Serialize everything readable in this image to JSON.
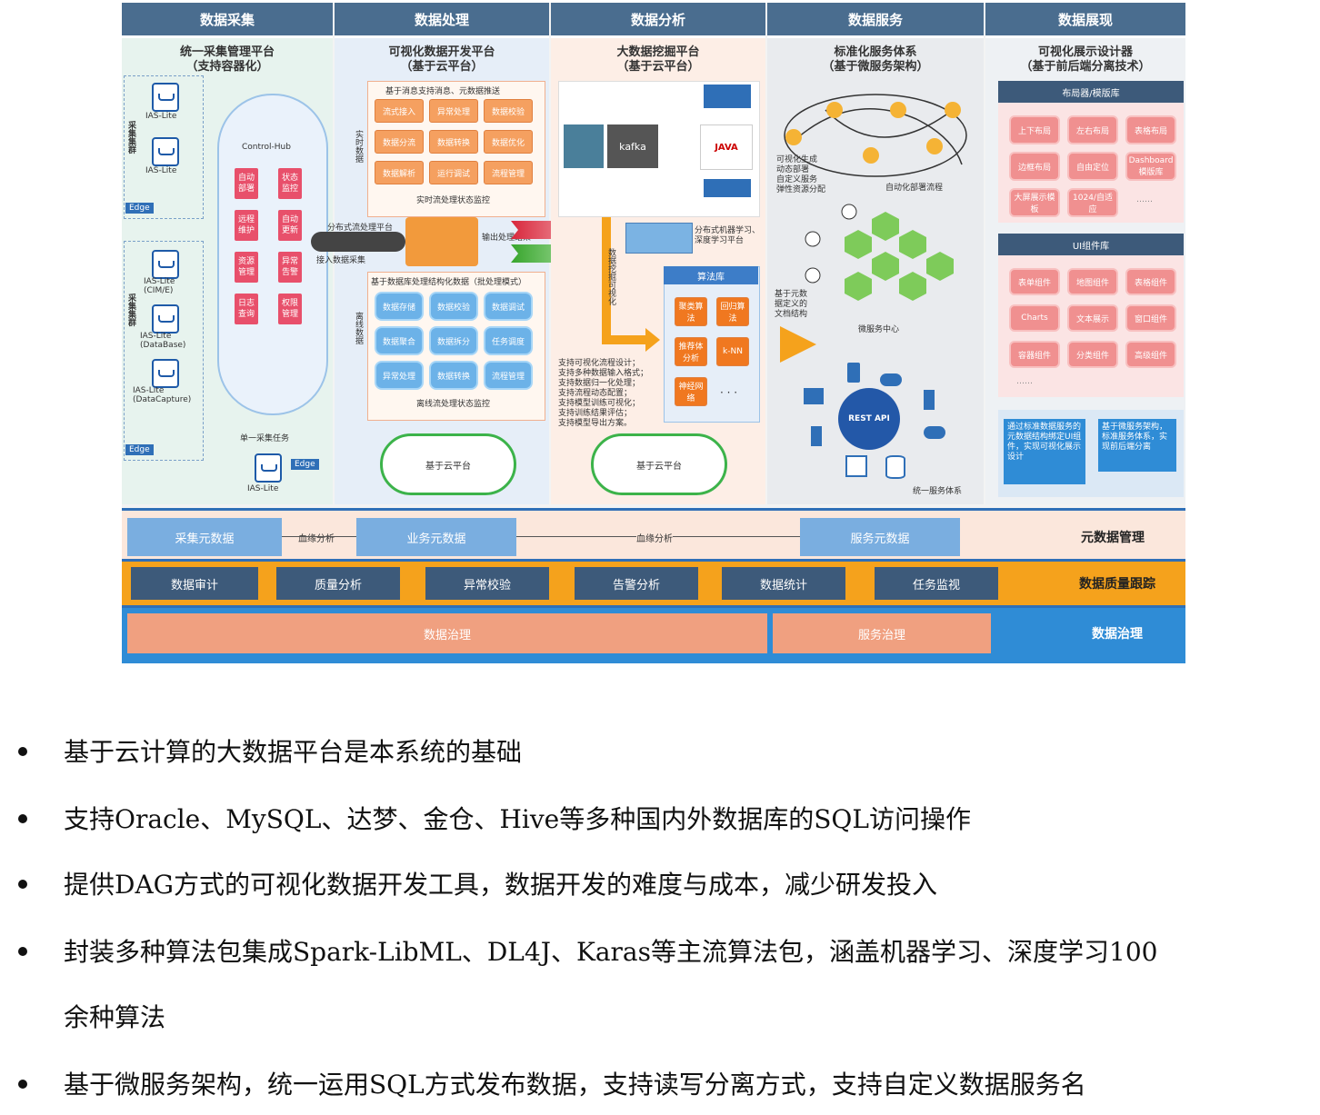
{
  "diagram": {
    "columns": [
      {
        "header": "数据采集",
        "subtitle": "统一采集管理平台",
        "subtitle2": "（支持容器化）"
      },
      {
        "header": "数据处理",
        "subtitle": "可视化数据开发平台",
        "subtitle2": "（基于云平台）"
      },
      {
        "header": "数据分析",
        "subtitle": "大数据挖掘平台",
        "subtitle2": "（基于云平台）"
      },
      {
        "header": "数据服务",
        "subtitle": "标准化服务体系",
        "subtitle2": "（基于微服务架构）"
      },
      {
        "header": "数据展现",
        "subtitle": "可视化展示设计器",
        "subtitle2": "（基于前后端分离技术）"
      }
    ],
    "collect": {
      "iot_label1": "IAS-Lite",
      "iot_label2": "IAS-Lite",
      "iot_label3": "IAS-Lite\n(CIM/E)",
      "iot_label4": "IAS-Lite\n(DataBase)",
      "iot_label5": "IAS-Lite\n(DataCapture)",
      "edge": "Edge",
      "hub": "Control-Hub",
      "group1": "采集集群",
      "group2": "采集集群",
      "single_task": "单一采集任务",
      "bottom_edge": "Edge",
      "bottom_iot": "IAS-Lite",
      "ops": [
        "自动部署",
        "状态监控",
        "远程维护",
        "自动更新",
        "资源管理",
        "异常告警",
        "日志查询",
        "权限管理"
      ]
    },
    "process": {
      "realtime_title": "基于消息支持消息、元数据推送",
      "realtime_side": "实时数据",
      "realtime_boxes": [
        "流式接入",
        "异常处理",
        "数据校验",
        "数据分流",
        "数据转换",
        "数据优化",
        "数据解析",
        "运行调试",
        "流程管理"
      ],
      "realtime_footer": "实时流处理状态监控",
      "offline_title": "基于数据库处理结构化数据（批处理模式）",
      "offline_side": "离线数据",
      "offline_boxes": [
        "数据存储",
        "数据校验",
        "数据调试",
        "数据聚合",
        "数据拆分",
        "任务调度",
        "异常处理",
        "数据转换",
        "流程管理"
      ],
      "offline_footer": "离线流处理状态监控",
      "stream_label": "分布式流处理平台",
      "access_label": "接入数据采集",
      "output_label": "输出处理结果",
      "cloud": "基于云平台"
    },
    "analysis": {
      "flow_label": "数据挖掘可视化",
      "ml_label": "分布式机器学习、深度学习平台",
      "algo_title": "算法库",
      "algos": [
        "聚类算法",
        "回归算法",
        "推荐体分析",
        "k-NN",
        "神经网络",
        "· · ·"
      ],
      "kafka": "kafka",
      "java": "JAVA",
      "features": [
        "支持可视化流程设计；",
        "支持多种数据输入格式；",
        "支持数据归一化处理；",
        "支持流程动态配置；",
        "支持模型训练可视化；",
        "支持训练结果评估；",
        "支持模型导出方案。"
      ],
      "cloud": "基于云平台"
    },
    "service": {
      "features": [
        "可视化生成",
        "动态部署",
        "自定义服务",
        "弹性资源分配"
      ],
      "auto_label": "自动化部署流程",
      "meta_label": "基于元数据定义的文档结构",
      "center_label": "微服务中心",
      "api": "REST API",
      "unified": "统一服务体系"
    },
    "display": {
      "layout_title": "布局器/模版库",
      "layouts": [
        "上下布局",
        "左右布局",
        "表格布局",
        "边框布局",
        "自由定位",
        "Dashboard模版库",
        "大屏展示模板",
        "1024/自适应",
        "……"
      ],
      "ui_title": "UI组件库",
      "ui": [
        "表单组件",
        "地图组件",
        "表格组件",
        "Charts",
        "文本展示",
        "窗口组件",
        "容器组件",
        "分类组件",
        "高级组件",
        "……"
      ],
      "note1": "通过标准数据服务的元数据结构绑定UI组件，实现可视化展示设计",
      "note2": "基于微服务架构，标准服务体系，实现前后端分离"
    },
    "metadata": {
      "cells": [
        "采集元数据",
        "业务元数据",
        "服务元数据"
      ],
      "lineage1": "血缘分析",
      "lineage2": "血缘分析",
      "label": "元数据管理"
    },
    "quality": {
      "cells": [
        "数据审计",
        "质量分析",
        "异常校验",
        "告警分析",
        "数据统计",
        "任务监视"
      ],
      "label": "数据质量跟踪"
    },
    "governance": {
      "cells": [
        "数据治理",
        "服务治理"
      ],
      "label": "数据治理"
    },
    "colors": {
      "header": "#4a6d8f",
      "meta_band": "#fbe7dc",
      "quality_band": "#f5a21c",
      "gov_band": "#2f8cd6",
      "cell_blue": "#7aaee0",
      "cell_navy": "#3d5a7a",
      "cell_salmon": "#f0a080"
    }
  },
  "bullets": [
    "基于云计算的大数据平台是本系统的基础",
    "支持Oracle、MySQL、达梦、金仓、Hive等多种国内外数据库的SQL访问操作",
    "提供DAG方式的可视化数据开发工具，数据开发的难度与成本，减少研发投入",
    "封装多种算法包集成Spark-LibML、DL4J、Karas等主流算法包，涵盖机器学习、深度学习100",
    "余种算法",
    "基于微服务架构，统一运用SQL方式发布数据，支持读写分离方式，支持自定义数据服务名"
  ]
}
